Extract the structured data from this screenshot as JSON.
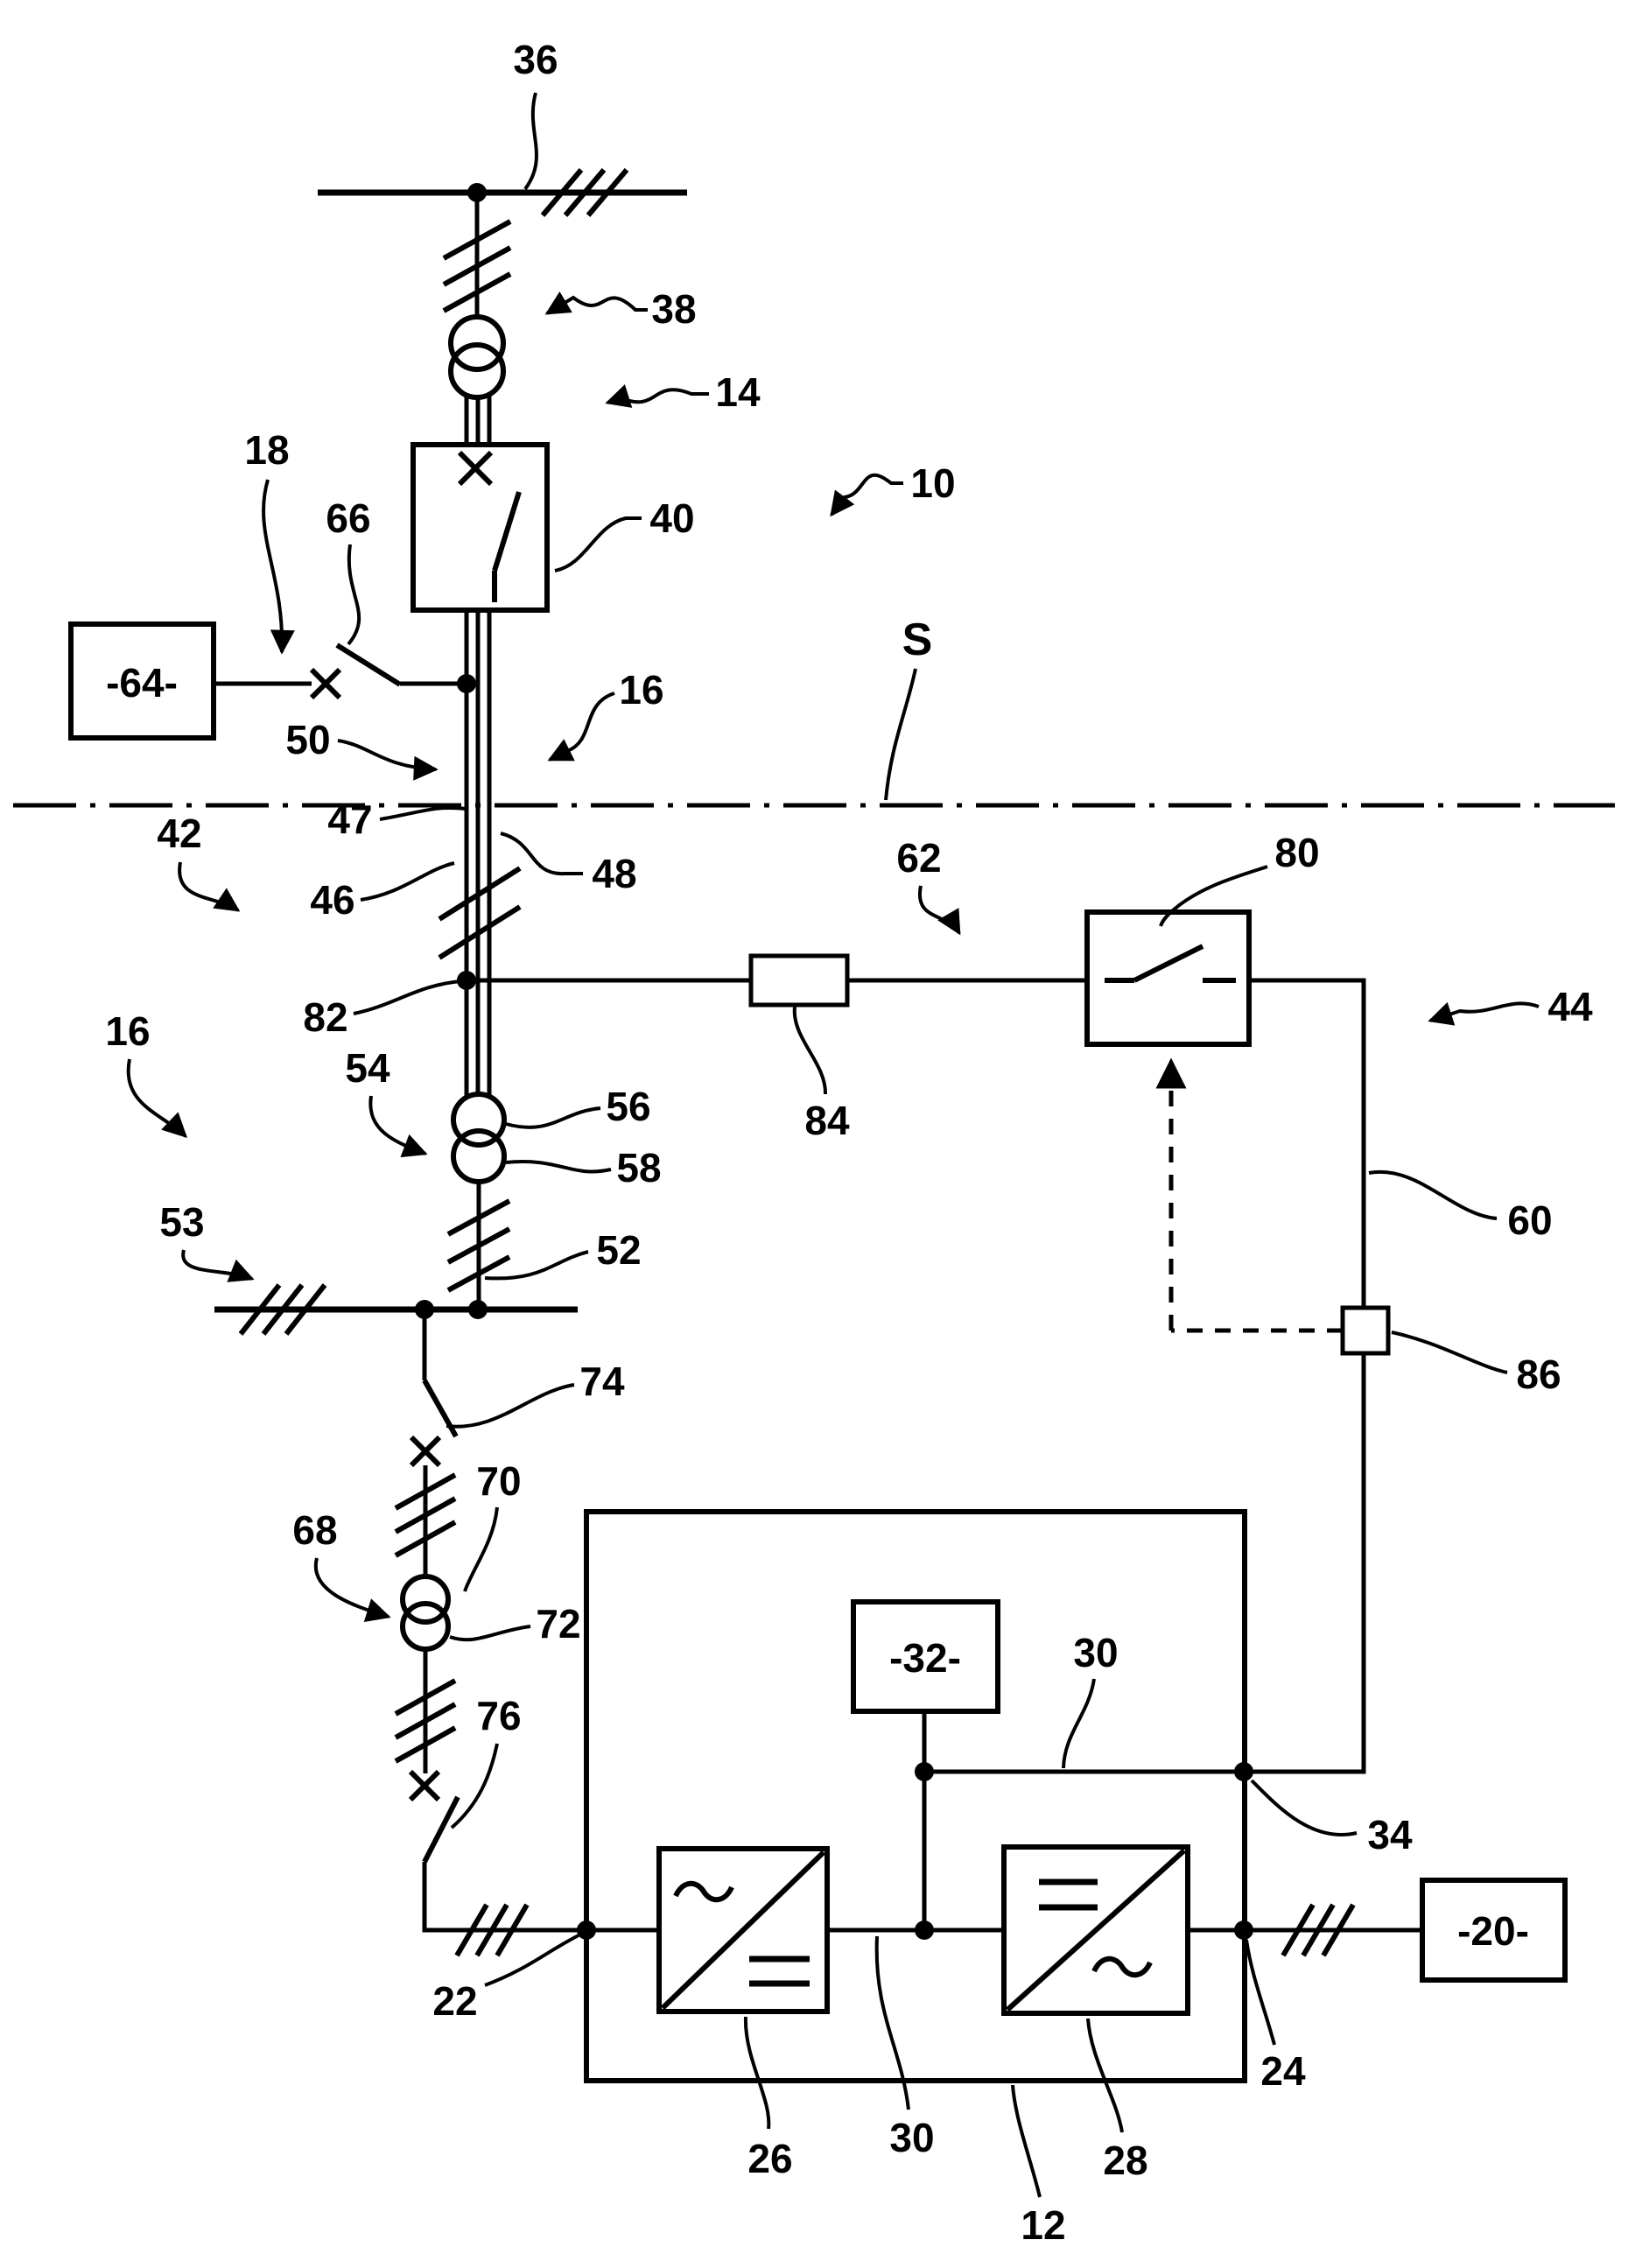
{
  "figure": {
    "type": "patent-electrical-one-line-diagram",
    "background_color": "#ffffff",
    "line_color": "#000000"
  },
  "boxes": {
    "controller_64": "-64-",
    "controller_32": "-32-",
    "load_20": "-20-"
  },
  "labels": {
    "n36": "36",
    "n38": "38",
    "n14": "14",
    "n10": "10",
    "n18": "18",
    "n66": "66",
    "n40": "40",
    "n50": "50",
    "n16_upper": "16",
    "s": "S",
    "n42": "42",
    "n47": "47",
    "n46": "46",
    "n48": "48",
    "n62": "62",
    "n80": "80",
    "n82": "82",
    "n84": "84",
    "n44": "44",
    "n16_lower": "16",
    "n54": "54",
    "n56": "56",
    "n58": "58",
    "n53": "53",
    "n52": "52",
    "n60": "60",
    "n86": "86",
    "n74": "74",
    "n70": "70",
    "n68": "68",
    "n72": "72",
    "n76": "76",
    "n34": "34",
    "n30_upper": "30",
    "n22": "22",
    "n24": "24",
    "n26": "26",
    "n30_lower": "30",
    "n28": "28",
    "n12": "12"
  }
}
